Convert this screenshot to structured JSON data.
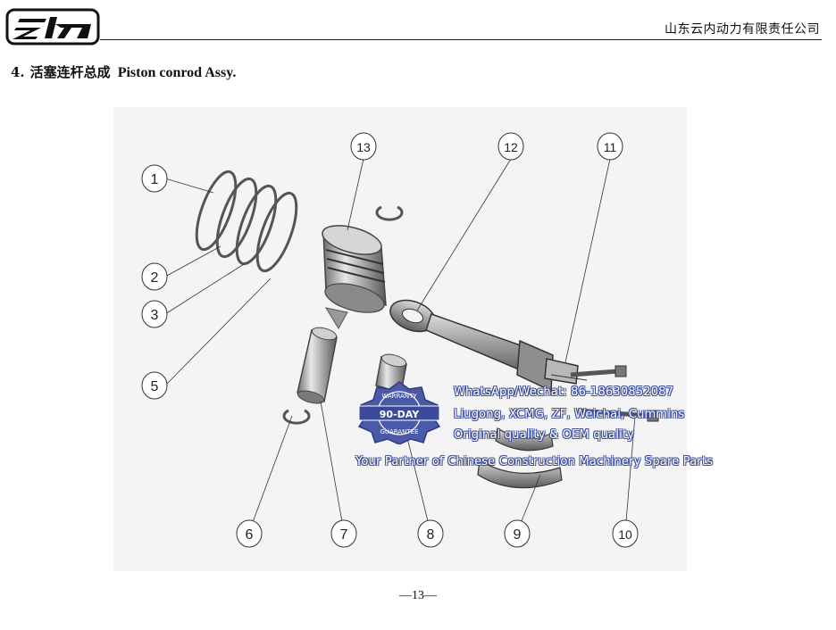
{
  "header": {
    "company": "山东云内动力有限责任公司"
  },
  "section": {
    "number": "4.",
    "title_cn": "活塞连杆总成",
    "title_en": "Piston conrod Assy."
  },
  "callouts": [
    "1",
    "2",
    "3",
    "5",
    "6",
    "7",
    "8",
    "9",
    "10",
    "11",
    "12",
    "13"
  ],
  "watermark": {
    "line1": "WhatsApp/Wechat: 86-18630852087",
    "line2": "Liugong, XCMG, ZF, Weichai, Cummins",
    "line3": "Original quality & OEM quality",
    "line4": "Your Partner of Chinese Construction Machinery Spare Parts",
    "badge_top": "WARRANTY",
    "badge_mid": "90-DAY",
    "badge_bottom": "GUARANTEE"
  },
  "footer": {
    "page": "—13—"
  }
}
